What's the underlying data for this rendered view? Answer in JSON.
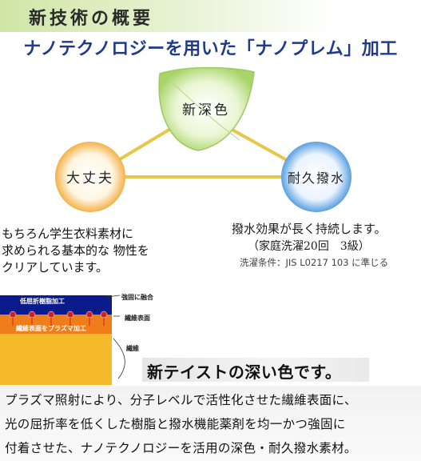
{
  "header": {
    "title": "新技術の概要"
  },
  "subtitle": "ナノテクノロジーを用いた「ナノプレム」加工",
  "diagram": {
    "top_label": "新深色",
    "left_label": "大丈夫",
    "right_label": "耐久撥水",
    "colors": {
      "leaf": "#a9d46a",
      "left_circle": "#f2b24a",
      "right_circle": "#5aa0e0",
      "lines": "#e8c64a"
    }
  },
  "left_text": [
    "もちろん学生衣料素材に",
    "求められる基本的な 物性を",
    "クリアしています。"
  ],
  "right_text": {
    "line1": "撥水効果が長く持続します。",
    "line2": "（家庭洗濯20回　3級）",
    "line3": "洗濯条件：JIS  L0217 103 に準じる"
  },
  "figure": {
    "top_layer": "低屈折樹脂加工",
    "middle_layer": "繊維表面をプラズマ加工",
    "label_bond": "強固に融合",
    "label_surface": "繊維表面",
    "label_fiber": "繊維"
  },
  "taste": "新テイストの深い色です。",
  "bottom_text": [
    "プラズマ照射により、分子レベルで活性化させた繊維表面に、",
    "光の屈折率を低くした樹脂と撥水機能薬剤を均一かつ強固に",
    "付着させた、ナノテクノロジーを活用の深色・耐久撥水素材。"
  ]
}
